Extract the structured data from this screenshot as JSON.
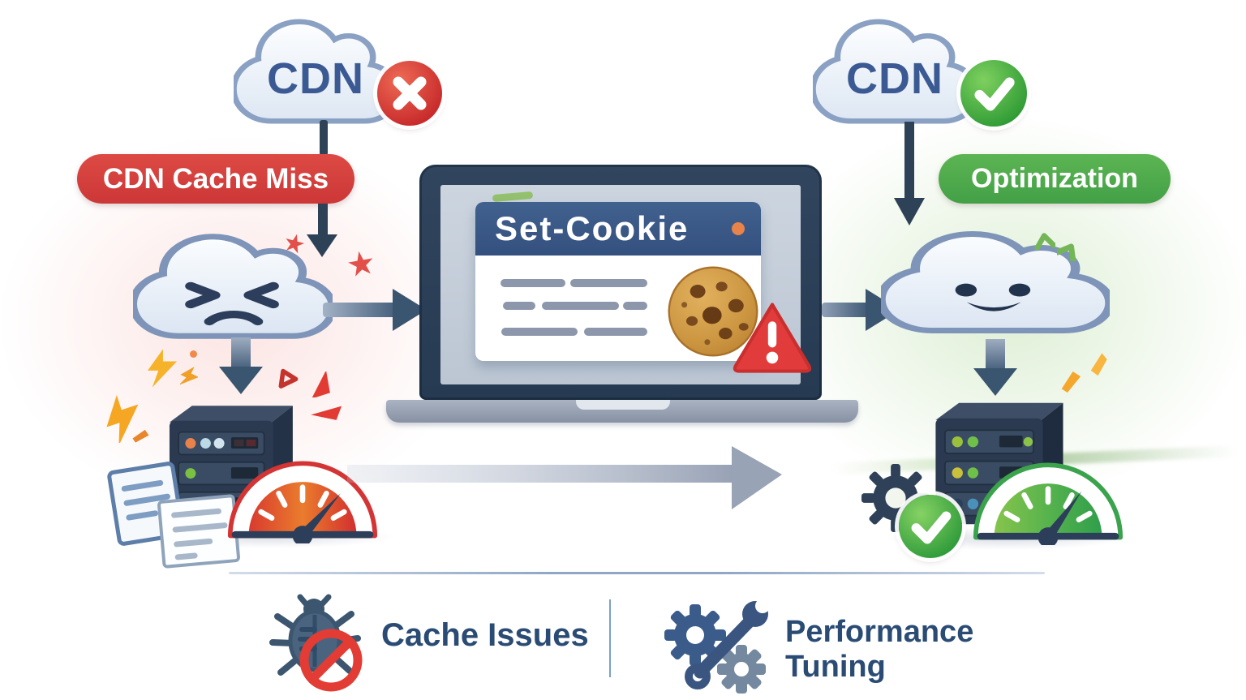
{
  "left_flow": {
    "cdn_label": "CDN",
    "status_badge": "CDN Cache Miss"
  },
  "right_flow": {
    "cdn_label": "CDN",
    "status_badge": "Optimization"
  },
  "browser_card": {
    "header_label": "Set-Cookie"
  },
  "legend": {
    "cache_issues_label": "Cache Issues",
    "performance_tuning_label": "Performance Tuning"
  },
  "icons": [
    "error-x-badge-icon",
    "check-badge-icon",
    "sad-cloud-icon",
    "happy-cloud-icon",
    "cookie-icon",
    "warning-triangle-icon",
    "server-rack-icon",
    "speedometer-red-icon",
    "speedometer-green-icon",
    "gear-icon",
    "check-circle-icon",
    "bug-blocked-icon",
    "gears-wrench-icon",
    "down-arrow-icon",
    "right-arrow-icon",
    "big-flow-arrow-icon",
    "document-icon",
    "impact-star-icon",
    "confetti-icon",
    "chevron-up-icon"
  ],
  "colors": {
    "error_red": "#d64545",
    "success_green": "#4caf50",
    "navy": "#2e4257",
    "header_blue": "#3d5a8c",
    "accent_orange": "#e8834a",
    "text_navy": "#2a4b74",
    "cloud_text_blue": "#3b5a94"
  }
}
